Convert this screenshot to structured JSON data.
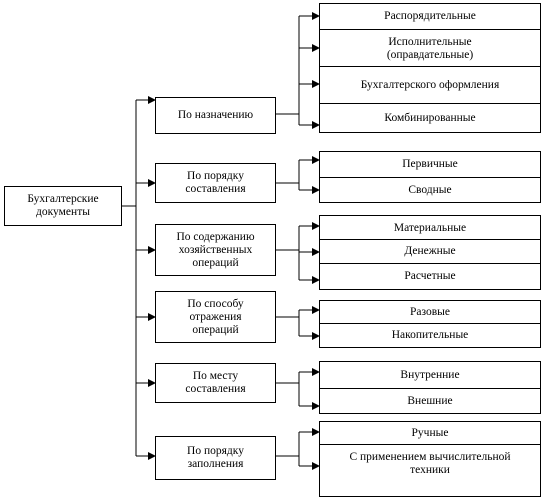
{
  "root": {
    "label": "Бухгалтерские\nдокументы"
  },
  "categories": [
    {
      "label": "По назначению",
      "items": [
        "Распорядительные",
        "Исполнительные\n(оправдательные)",
        "Бухгалтерского оформления",
        "Комбинированные"
      ]
    },
    {
      "label": "По порядку\nсоставления",
      "items": [
        "Первичные",
        "Сводные"
      ]
    },
    {
      "label": "По содержанию\nхозяйственных\nопераций",
      "items": [
        "Материальные",
        "Денежные",
        "Расчетные"
      ]
    },
    {
      "label": "По способу\nотражения\nопераций",
      "items": [
        "Разовые",
        "Накопительные"
      ]
    },
    {
      "label": "По месту\nсоставления",
      "items": [
        "Внутренние",
        "Внешние"
      ]
    },
    {
      "label": "По порядку\nзаполнения",
      "items": [
        "Ручные",
        "С применением вычислительной\nтехники"
      ]
    }
  ]
}
